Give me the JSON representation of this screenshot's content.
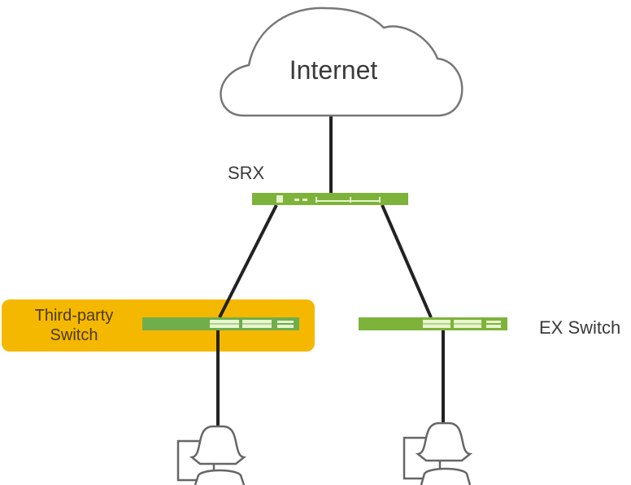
{
  "title": "Network topology: Internet, SRX, Third-party Switch, EX Switch",
  "nodes": {
    "internet": {
      "label": "Internet",
      "icon": "cloud-icon"
    },
    "srx": {
      "label": "SRX",
      "icon": "firewall-device-icon",
      "color": "#7db33a"
    },
    "third_party_switch": {
      "label": "Third-party Switch",
      "icon": "switch-device-icon",
      "color": "#7db33a",
      "highlight": "#f5b800"
    },
    "ex_switch": {
      "label": "EX Switch",
      "icon": "switch-device-icon",
      "color": "#7db33a"
    },
    "user_left": {
      "icon": "user-at-computer-icon"
    },
    "user_right": {
      "icon": "user-at-computer-icon"
    }
  },
  "links": [
    {
      "from": "internet",
      "to": "srx"
    },
    {
      "from": "srx",
      "to": "third_party_switch"
    },
    {
      "from": "srx",
      "to": "ex_switch"
    },
    {
      "from": "third_party_switch",
      "to": "user_left"
    },
    {
      "from": "ex_switch",
      "to": "user_right"
    }
  ]
}
